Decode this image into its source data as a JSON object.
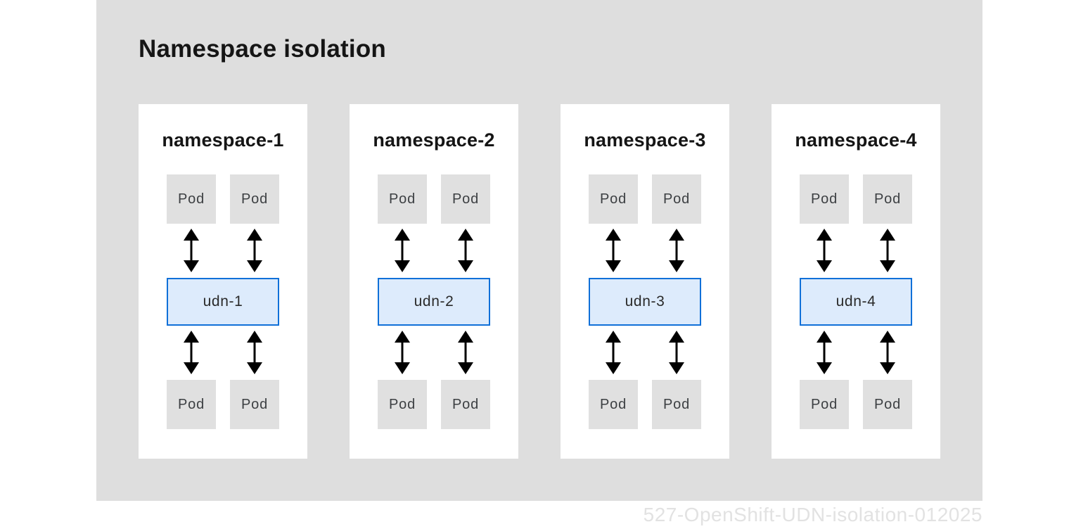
{
  "title": "Namespace isolation",
  "watermark": "527-OpenShift-UDN-isolation-012025",
  "colors": {
    "stage_background": "#dedede",
    "panel_background": "#ffffff",
    "pod_background": "#e0e0e0",
    "pod_text": "#3c3f42",
    "udn_fill": "#ddebfc",
    "udn_border": "#1070d8",
    "arrow": "#000000",
    "heading_text": "#151515",
    "watermark_text": "#e2e2e2"
  },
  "icons": {
    "arrow": "bidirectional-vertical-arrow-icon"
  },
  "namespaces": [
    {
      "name": "namespace-1",
      "udn_label": "udn-1",
      "top_pods": [
        "Pod",
        "Pod"
      ],
      "bottom_pods": [
        "Pod",
        "Pod"
      ]
    },
    {
      "name": "namespace-2",
      "udn_label": "udn-2",
      "top_pods": [
        "Pod",
        "Pod"
      ],
      "bottom_pods": [
        "Pod",
        "Pod"
      ]
    },
    {
      "name": "namespace-3",
      "udn_label": "udn-3",
      "top_pods": [
        "Pod",
        "Pod"
      ],
      "bottom_pods": [
        "Pod",
        "Pod"
      ]
    },
    {
      "name": "namespace-4",
      "udn_label": "udn-4",
      "top_pods": [
        "Pod",
        "Pod"
      ],
      "bottom_pods": [
        "Pod",
        "Pod"
      ]
    }
  ]
}
